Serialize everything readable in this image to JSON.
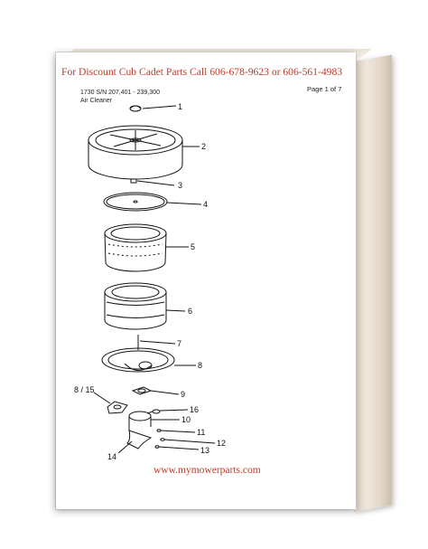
{
  "header_ad": "For  Discount Cub Cadet Parts Call 606-678-9623 or 606-561-4983",
  "doc": {
    "model_line": "1730 S/N 207,401 - 239,300",
    "section": "Air Cleaner",
    "page_label": "Page 1 of 7"
  },
  "callouts": {
    "c1": "1",
    "c2": "2",
    "c3": "3",
    "c4": "4",
    "c5": "5",
    "c6": "6",
    "c7": "7",
    "c8": "8",
    "c9": "9",
    "c10": "10",
    "c11": "11",
    "c12": "12",
    "c13": "13",
    "c14": "14",
    "c15": "15",
    "c16": "16",
    "ref15": "8 / 15"
  },
  "footer_url": "www.mymowerparts.com"
}
